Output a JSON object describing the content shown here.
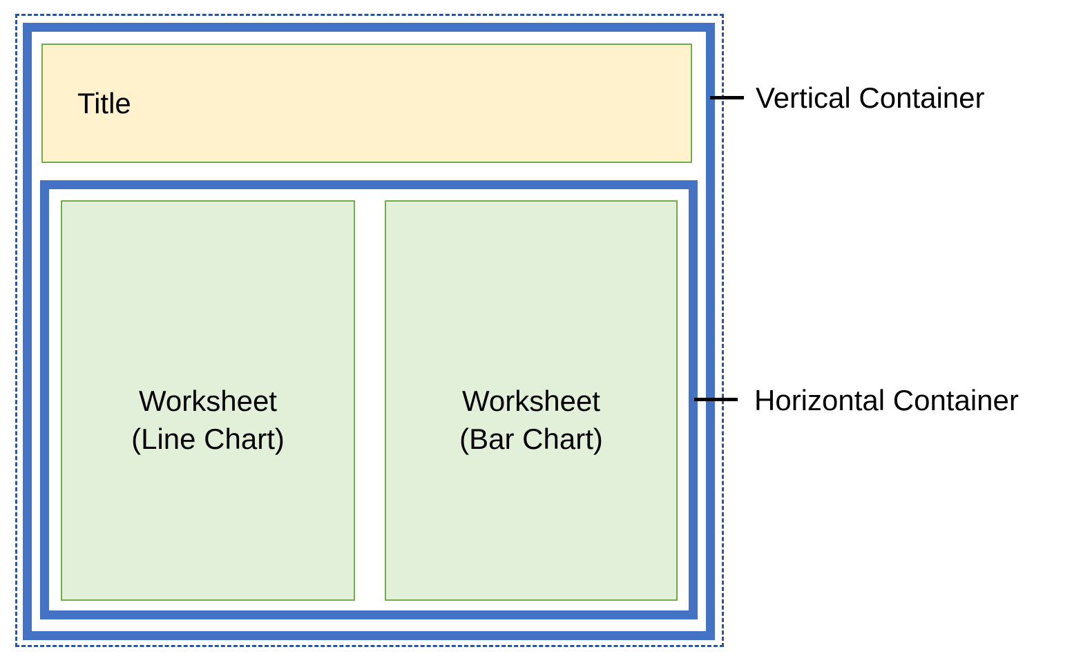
{
  "colors": {
    "container_blue": "#4472C4",
    "boundary_blue": "#2F5496",
    "green_border": "#70AD47",
    "worksheet_fill": "#E2EFD9",
    "title_fill": "#FFF2CC",
    "callout_line": "#000000",
    "text": "#000000"
  },
  "layout_diagram": {
    "title_box": {
      "label": "Title"
    },
    "worksheets": [
      {
        "lines": [
          "Worksheet",
          "(Line Chart)"
        ]
      },
      {
        "lines": [
          "Worksheet",
          "(Bar Chart)"
        ]
      }
    ],
    "callouts": [
      {
        "label": "Vertical Container"
      },
      {
        "label": "Horizontal Container"
      }
    ]
  }
}
